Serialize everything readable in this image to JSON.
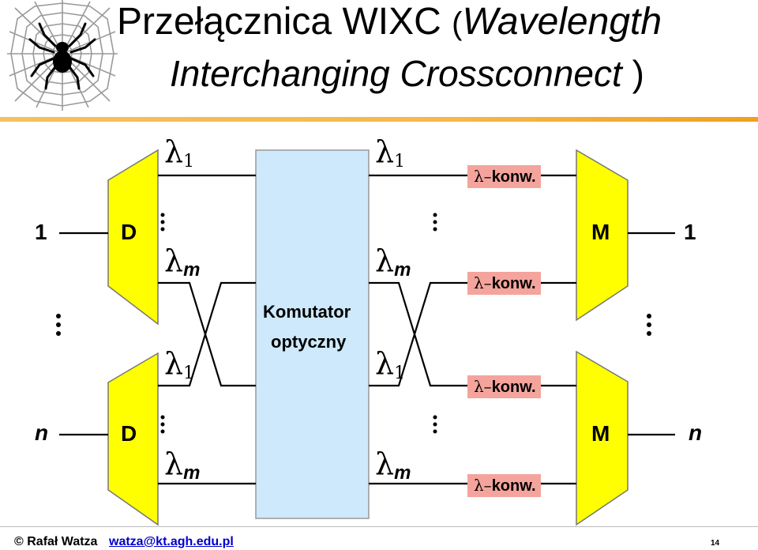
{
  "title": {
    "part1": "Przełącznica WIXC",
    "paren_open": "(",
    "part2": "Wavelength",
    "line2": "Interchanging  Crossconnect",
    "paren_close": ")"
  },
  "diagram": {
    "input_ports": [
      "1",
      "n"
    ],
    "output_ports": [
      "1",
      "n"
    ],
    "demux_label": "D",
    "mux_label": "M",
    "switch_label_line1": "Komutator",
    "switch_label_line2": "optyczny",
    "lambda_symbol": "λ",
    "sub_1": "1",
    "sub_m": "m",
    "converter_symbol": "λ–",
    "converter_text": "konw.",
    "ellipsis": "…"
  },
  "footer": {
    "copyright": "© Rafał Watza",
    "email": "watza@kt.agh.edu.pl",
    "page": "14"
  },
  "colors": {
    "demux_fill": "#ffff00",
    "switch_fill": "#cde9fb",
    "converter_fill": "#f4a49c",
    "rule": "#f5b84a"
  }
}
